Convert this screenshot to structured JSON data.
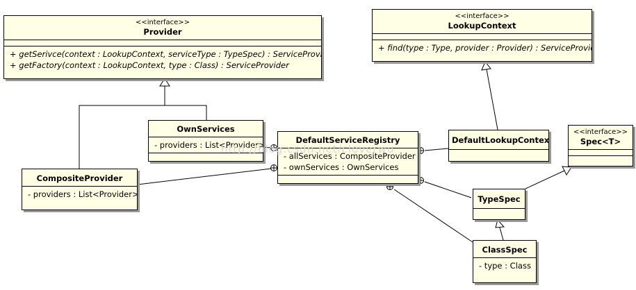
{
  "classes": {
    "provider": {
      "stereotype": "<<interface>>",
      "name": "Provider",
      "operations": [
        "+ getSerivce(context : LookupContext, serviceType : TypeSpec) : ServiceProvider",
        "+ getFactory(context : LookupContext, type : Class) : ServiceProvider"
      ]
    },
    "lookup_context": {
      "stereotype": "<<interface>>",
      "name": "LookupContext",
      "operations": [
        "+ find(type : Type, provider : Provider) : ServiceProvider"
      ]
    },
    "own_services": {
      "name": "OwnServices",
      "attributes": [
        "- providers : List<Provider>"
      ]
    },
    "default_service_registry": {
      "name": "DefaultServiceRegistry",
      "attributes": [
        "- allServices : CompositeProvider",
        "- ownServices : OwnServices"
      ]
    },
    "default_lookup_context": {
      "name": "DefaultLookupContext"
    },
    "spec": {
      "stereotype": "<<interface>>",
      "name": "Spec<T>"
    },
    "composite_provider": {
      "name": "CompositeProvider",
      "attributes": [
        "- providers : List<Provider>"
      ]
    },
    "type_spec": {
      "name": "TypeSpec"
    },
    "class_spec": {
      "name": "ClassSpec",
      "attributes": [
        "- type : Class"
      ]
    }
  },
  "watermark": "http://blog.csdn.net/cloverwu",
  "colors": {
    "class_fill": "#ffffe5",
    "line": "#000000",
    "shadow": "#9a9a9a"
  }
}
